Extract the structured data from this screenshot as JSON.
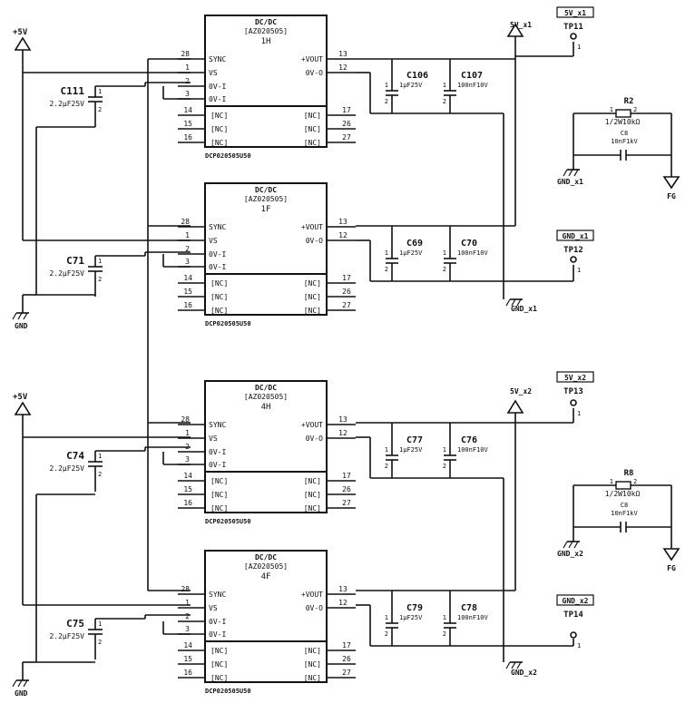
{
  "modules": [
    {
      "title": "DC/DC",
      "model": "[AZ020505]",
      "designator": "1H",
      "part": "DCP020505U50",
      "pins_left": [
        {
          "num": "28",
          "label": "SYNC"
        },
        {
          "num": "1",
          "label": "VS"
        },
        {
          "num": "2",
          "label": "0V-I"
        },
        {
          "num": "3",
          "label": "0V-I"
        }
      ],
      "pins_right": [
        {
          "num": "13",
          "label": "+VOUT"
        },
        {
          "num": "12",
          "label": "0V-O"
        }
      ],
      "nc_left": [
        {
          "num": "14",
          "label": "[NC]"
        },
        {
          "num": "15",
          "label": "[NC]"
        },
        {
          "num": "16",
          "label": "[NC]"
        }
      ],
      "nc_right": [
        {
          "num": "17",
          "label": "[NC]"
        },
        {
          "num": "26",
          "label": "[NC]"
        },
        {
          "num": "27",
          "label": "[NC]"
        }
      ]
    },
    {
      "title": "DC/DC",
      "model": "[AZ020505]",
      "designator": "1F",
      "part": "DCP020505U50",
      "pins_left": [
        {
          "num": "28",
          "label": "SYNC"
        },
        {
          "num": "1",
          "label": "VS"
        },
        {
          "num": "2",
          "label": "0V-I"
        },
        {
          "num": "3",
          "label": "0V-I"
        }
      ],
      "pins_right": [
        {
          "num": "13",
          "label": "+VOUT"
        },
        {
          "num": "12",
          "label": "0V-O"
        }
      ],
      "nc_left": [
        {
          "num": "14",
          "label": "[NC]"
        },
        {
          "num": "15",
          "label": "[NC]"
        },
        {
          "num": "16",
          "label": "[NC]"
        }
      ],
      "nc_right": [
        {
          "num": "17",
          "label": "[NC]"
        },
        {
          "num": "26",
          "label": "[NC]"
        },
        {
          "num": "27",
          "label": "[NC]"
        }
      ]
    },
    {
      "title": "DC/DC",
      "model": "[AZ020505]",
      "designator": "4H",
      "part": "DCP020505U50",
      "pins_left": [
        {
          "num": "28",
          "label": "SYNC"
        },
        {
          "num": "1",
          "label": "VS"
        },
        {
          "num": "2",
          "label": "0V-I"
        },
        {
          "num": "3",
          "label": "0V-I"
        }
      ],
      "pins_right": [
        {
          "num": "13",
          "label": "+VOUT"
        },
        {
          "num": "12",
          "label": "0V-O"
        }
      ],
      "nc_left": [
        {
          "num": "14",
          "label": "[NC]"
        },
        {
          "num": "15",
          "label": "[NC]"
        },
        {
          "num": "16",
          "label": "[NC]"
        }
      ],
      "nc_right": [
        {
          "num": "17",
          "label": "[NC]"
        },
        {
          "num": "26",
          "label": "[NC]"
        },
        {
          "num": "27",
          "label": "[NC]"
        }
      ]
    },
    {
      "title": "DC/DC",
      "model": "[AZ020505]",
      "designator": "4F",
      "part": "DCP020505U50",
      "pins_left": [
        {
          "num": "28",
          "label": "SYNC"
        },
        {
          "num": "1",
          "label": "VS"
        },
        {
          "num": "2",
          "label": "0V-I"
        },
        {
          "num": "3",
          "label": "0V-I"
        }
      ],
      "pins_right": [
        {
          "num": "13",
          "label": "+VOUT"
        },
        {
          "num": "12",
          "label": "0V-O"
        }
      ],
      "nc_left": [
        {
          "num": "14",
          "label": "[NC]"
        },
        {
          "num": "15",
          "label": "[NC]"
        },
        {
          "num": "16",
          "label": "[NC]"
        }
      ],
      "nc_right": [
        {
          "num": "17",
          "label": "[NC]"
        },
        {
          "num": "26",
          "label": "[NC]"
        },
        {
          "num": "27",
          "label": "[NC]"
        }
      ]
    }
  ],
  "input_caps": [
    {
      "ref": "C111",
      "value": "2.2µF25V"
    },
    {
      "ref": "C71",
      "value": "2.2µF25V"
    },
    {
      "ref": "C74",
      "value": "2.2µF25V"
    },
    {
      "ref": "C75",
      "value": "2.2µF25V"
    }
  ],
  "output_caps": [
    {
      "a_ref": "C106",
      "a_value": "1µF25V",
      "b_ref": "C107",
      "b_value": "100nF10V"
    },
    {
      "a_ref": "C69",
      "a_value": "1µF25V",
      "b_ref": "C70",
      "b_value": "100nF10V"
    },
    {
      "a_ref": "C77",
      "a_value": "1µF25V",
      "b_ref": "C76",
      "b_value": "100nF10V"
    },
    {
      "a_ref": "C79",
      "a_value": "1µF25V",
      "b_ref": "C78",
      "b_value": "100nF10V"
    }
  ],
  "pin_one": "1",
  "pin_two": "2",
  "power": {
    "plus5v": "+5V",
    "gnd": "GND"
  },
  "nets": {
    "v1": "5V_x1",
    "g1": "GND_x1",
    "v2": "5V_x2",
    "g2": "GND_x2"
  },
  "testpoints": [
    {
      "box": "5V_x1",
      "label": "TP11"
    },
    {
      "box": "GND_x1",
      "label": "TP12"
    },
    {
      "box": "5V_x2",
      "label": "TP13"
    },
    {
      "box": "GND_x2",
      "label": "TP14"
    }
  ],
  "rc_networks": [
    {
      "r_ref": "R2",
      "r_value": "1/2W10kΩ",
      "c_ref": "C8",
      "c_value": "10nF1kV",
      "gnd": "GND_x1",
      "fg": "FG"
    },
    {
      "r_ref": "R8",
      "r_value": "1/2W10kΩ",
      "c_ref": "C8",
      "c_value": "10nF1kV",
      "gnd": "GND_x2",
      "fg": "FG"
    }
  ]
}
